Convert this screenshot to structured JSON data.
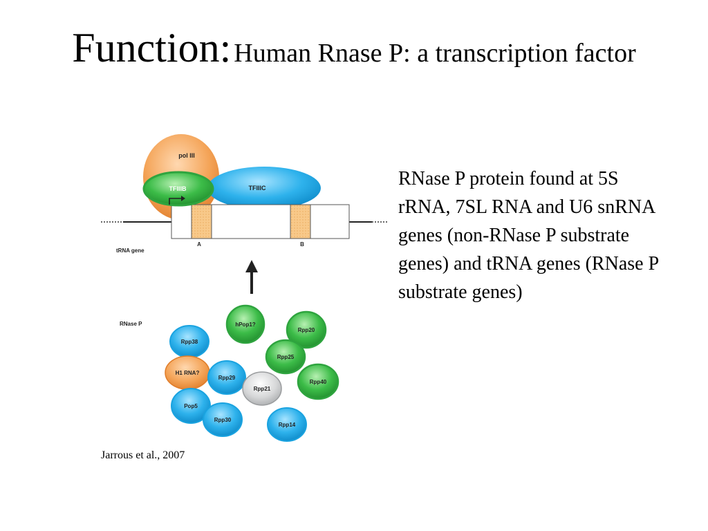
{
  "slide": {
    "title_lead": "Function:",
    "title_rest": "Human Rnase P: a transcription factor",
    "body": "RNase P protein found at 5S rRNA, 7SL RNA and U6 snRNA genes (non-RNase P substrate genes) and tRNA genes (RNase P substrate genes)",
    "citation": "Jarrous et al., 2007"
  },
  "diagram": {
    "top": {
      "pol": "pol III",
      "tfiiib": "TFIIIB",
      "tfiiic": "TFIIIC",
      "gene_label": "tRNA gene",
      "box_a": "A",
      "box_b": "B"
    },
    "complex": {
      "label": "RNase P",
      "subunits": {
        "hpop1": "hPop1?",
        "rpp20": "Rpp20",
        "rpp38": "Rpp38",
        "rpp25": "Rpp25",
        "h1rna": "H1 RNA?",
        "rpp29": "Rpp29",
        "rpp21": "Rpp21",
        "rpp40": "Rpp40",
        "pop5": "Pop5",
        "rpp30": "Rpp30",
        "rpp14": "Rpp14"
      }
    },
    "colors": {
      "orange": "#f29a4a",
      "blue": "#1aa3e0",
      "green": "#2fa43f",
      "grey": "#c9cbcd",
      "box": "#f8c98a"
    }
  }
}
